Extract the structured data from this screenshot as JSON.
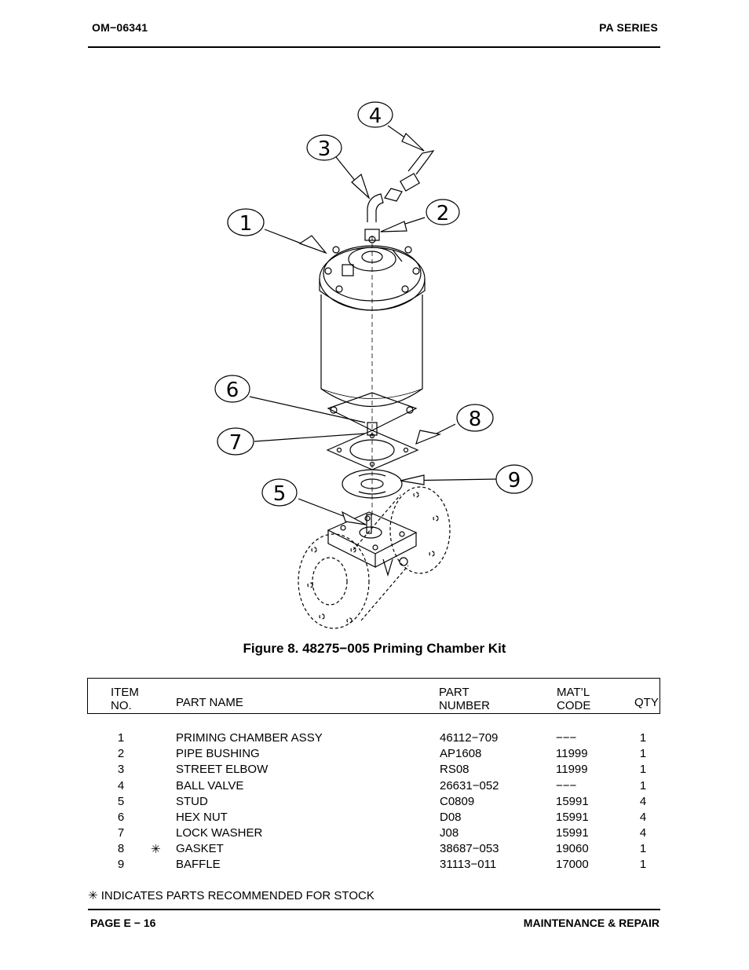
{
  "header": {
    "doc_number": "OM−06341",
    "series": "PA SERIES"
  },
  "figure": {
    "callouts": [
      "1",
      "2",
      "3",
      "4",
      "5",
      "6",
      "7",
      "8",
      "9"
    ],
    "caption": "Figure 8. 48275−005 Priming Chamber Kit"
  },
  "table": {
    "headers": {
      "item_line1": "ITEM",
      "item_line2": "NO.",
      "part_name": "PART NAME",
      "part_line1": "PART",
      "part_line2": "NUMBER",
      "matl_line1": "MAT’L",
      "matl_line2": "CODE",
      "qty": "QTY"
    },
    "rows": [
      {
        "item": "1",
        "star": "",
        "name": "PRIMING CHAMBER ASSY",
        "part": "46112−709",
        "code": "−−−",
        "qty": "1"
      },
      {
        "item": "2",
        "star": "",
        "name": "PIPE BUSHING",
        "part": "AP1608",
        "code": "11999",
        "qty": "1"
      },
      {
        "item": "3",
        "star": "",
        "name": "STREET ELBOW",
        "part": "RS08",
        "code": "11999",
        "qty": "1"
      },
      {
        "item": "4",
        "star": "",
        "name": "BALL VALVE",
        "part": "26631−052",
        "code": "−−−",
        "qty": "1"
      },
      {
        "item": "5",
        "star": "",
        "name": "STUD",
        "part": "C0809",
        "code": "15991",
        "qty": "4"
      },
      {
        "item": "6",
        "star": "",
        "name": "HEX NUT",
        "part": "D08",
        "code": "15991",
        "qty": "4"
      },
      {
        "item": "7",
        "star": "",
        "name": "LOCK WASHER",
        "part": "J08",
        "code": "15991",
        "qty": "4"
      },
      {
        "item": "8",
        "star": "✳",
        "name": "GASKET",
        "part": "38687−053",
        "code": "19060",
        "qty": "1"
      },
      {
        "item": "9",
        "star": "",
        "name": "BAFFLE",
        "part": "31113−011",
        "code": "17000",
        "qty": "1"
      }
    ]
  },
  "note": "✳ INDICATES PARTS RECOMMENDED FOR STOCK",
  "footer": {
    "page": "PAGE E − 16",
    "section": "MAINTENANCE & REPAIR"
  }
}
